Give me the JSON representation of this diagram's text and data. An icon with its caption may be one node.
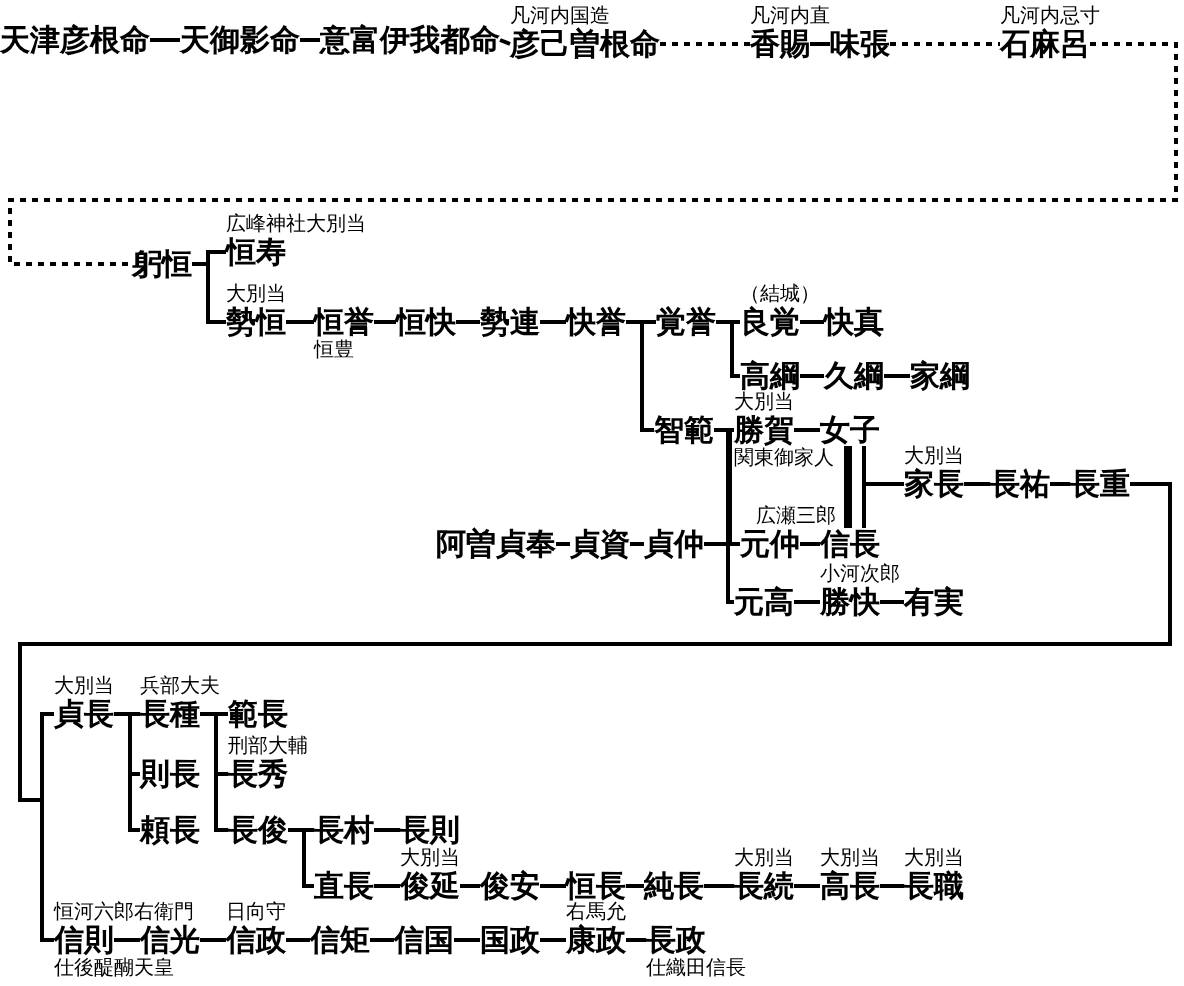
{
  "diagram": {
    "nodes": [
      {
        "text": [
          "天津彦根命"
        ]
      },
      {
        "text": [
          "天御影命"
        ]
      },
      {
        "text": [
          "意富伊我都命"
        ]
      },
      {
        "text": [
          "彦己曽根命"
        ],
        "beside": [
          "凡河内国造"
        ]
      },
      {
        "text": [
          "香賜"
        ],
        "beside": [
          "凡河内直"
        ]
      },
      {
        "text": [
          "味張"
        ]
      },
      {
        "text": [
          "石麻呂"
        ],
        "beside": [
          "凡河内忌寸"
        ]
      },
      {
        "text": [
          "躬恒"
        ]
      },
      {
        "text": [
          "恒寿"
        ],
        "beside": [
          "広峰神社大別当"
        ]
      },
      {
        "text": [
          "勢恒"
        ],
        "beside": [
          "大別当"
        ]
      },
      {
        "text": [
          "恒誉"
        ],
        "beside": [
          "恒豊"
        ]
      },
      {
        "text": [
          "恒快"
        ]
      },
      {
        "text": [
          "勢連"
        ]
      },
      {
        "text": [
          "快誉"
        ]
      },
      {
        "text": [
          "覚誉"
        ]
      },
      {
        "text": [
          "良覚"
        ],
        "beside": [
          "（結城）"
        ]
      },
      {
        "text": [
          "快真"
        ]
      },
      {
        "text": [
          "高綱"
        ]
      },
      {
        "text": [
          "久綱"
        ]
      },
      {
        "text": [
          "家綱"
        ]
      },
      {
        "text": [
          "智範"
        ]
      },
      {
        "text": [
          "勝賀"
        ],
        "beside": [
          "大別当",
          "関東御家人"
        ]
      },
      {
        "text": [
          "女子"
        ]
      },
      {
        "text": [
          "家長"
        ],
        "beside": [
          "大別当"
        ]
      },
      {
        "text": [
          "長祐"
        ]
      },
      {
        "text": [
          "長重"
        ]
      },
      {
        "text": [
          "阿曽貞奉"
        ]
      },
      {
        "text": [
          "貞資"
        ]
      },
      {
        "text": [
          "貞仲"
        ]
      },
      {
        "text": [
          "元仲"
        ]
      },
      {
        "text": [
          "信長"
        ],
        "beside": [
          "広瀬三郎"
        ]
      },
      {
        "text": [
          "元高"
        ]
      },
      {
        "text": [
          "勝快"
        ],
        "beside": [
          "小河次郎"
        ]
      },
      {
        "text": [
          "有実"
        ]
      },
      {
        "text": [
          "貞長"
        ],
        "beside": [
          "大別当"
        ]
      },
      {
        "text": [
          "長種"
        ],
        "beside": [
          "兵部大夫"
        ]
      },
      {
        "text": [
          "範長"
        ]
      },
      {
        "text": [
          "則長"
        ]
      },
      {
        "text": [
          "長秀"
        ],
        "beside": [
          "刑部大輔"
        ]
      },
      {
        "text": [
          "頼長"
        ]
      },
      {
        "text": [
          "長俊"
        ]
      },
      {
        "text": [
          "長村"
        ]
      },
      {
        "text": [
          "長則"
        ]
      },
      {
        "text": [
          "直長"
        ]
      },
      {
        "text": [
          "俊延"
        ],
        "beside": [
          "大別当"
        ]
      },
      {
        "text": [
          "俊安"
        ]
      },
      {
        "text": [
          "恒長"
        ]
      },
      {
        "text": [
          "純長"
        ]
      },
      {
        "text": [
          "長続"
        ],
        "beside": [
          "大別当"
        ]
      },
      {
        "text": [
          "高長"
        ],
        "beside": [
          "大別当"
        ]
      },
      {
        "text": [
          "長職"
        ],
        "beside": [
          "大別当"
        ]
      },
      {
        "text": [
          "信則"
        ],
        "beside": [
          "恒河六郎右衛門",
          "仕後醍醐天皇"
        ]
      },
      {
        "text": [
          "信光"
        ]
      },
      {
        "text": [
          "信政"
        ],
        "beside": [
          "日向守"
        ]
      },
      {
        "text": [
          "信矩"
        ]
      },
      {
        "text": [
          "信国"
        ]
      },
      {
        "text": [
          "国政"
        ]
      },
      {
        "text": [
          "康政"
        ],
        "beside": [
          "右馬允"
        ]
      },
      {
        "text": [
          "長政"
        ],
        "beside": [
          "仕織田信長"
        ]
      }
    ],
    "edges": [
      {
        "from": 0,
        "to": 1,
        "arrow": "none"
      },
      {
        "from": 1,
        "to": 2,
        "arrow": "none"
      },
      {
        "from": 2,
        "to": 3,
        "arrow": "none"
      },
      {
        "from": 3,
        "to": 4,
        "arrow": "none",
        "style": "dashed"
      },
      {
        "from": 4,
        "to": 5,
        "arrow": "none"
      },
      {
        "from": 5,
        "to": 6,
        "arrow": "none",
        "style": "dashed"
      },
      {
        "from": 6,
        "to": 7,
        "arrow": "none",
        "style": "dashed"
      },
      {
        "from": 7,
        "to": 8,
        "arrow": "none"
      },
      {
        "from": 7,
        "to": 9,
        "arrow": "none"
      },
      {
        "from": 9,
        "to": 10,
        "arrow": "none"
      },
      {
        "from": 10,
        "to": 11,
        "arrow": "none"
      },
      {
        "from": 11,
        "to": 12,
        "arrow": "none"
      },
      {
        "from": 12,
        "to": 13,
        "arrow": "none"
      },
      {
        "from": 13,
        "to": 14,
        "arrow": "none"
      },
      {
        "from": 13,
        "to": 20,
        "arrow": "none"
      },
      {
        "from": 14,
        "to": 15,
        "arrow": "none"
      },
      {
        "from": 15,
        "to": 16,
        "arrow": "none"
      },
      {
        "from": 14,
        "to": 17,
        "arrow": "none"
      },
      {
        "from": 17,
        "to": 18,
        "arrow": "none"
      },
      {
        "from": 18,
        "to": 19,
        "arrow": "none"
      },
      {
        "from": 20,
        "to": 21,
        "arrow": "none"
      },
      {
        "from": 20,
        "to": 29,
        "arrow": "none"
      },
      {
        "from": 20,
        "to": 31,
        "arrow": "none"
      },
      {
        "from": 21,
        "to": 22,
        "arrow": "none"
      },
      {
        "from": 22,
        "to": 30,
        "arrow": "none",
        "style": "thick"
      },
      {
        "from": 22,
        "to": 23,
        "arrow": "none"
      },
      {
        "from": 30,
        "to": 23,
        "arrow": "none"
      },
      {
        "from": 23,
        "to": 24,
        "arrow": "none"
      },
      {
        "from": 24,
        "to": 25,
        "arrow": "none"
      },
      {
        "from": 26,
        "to": 27,
        "arrow": "none"
      },
      {
        "from": 27,
        "to": 28,
        "arrow": "none"
      },
      {
        "from": 28,
        "to": 29,
        "arrow": "none"
      },
      {
        "from": 29,
        "to": 30,
        "arrow": "none"
      },
      {
        "from": 31,
        "to": 32,
        "arrow": "none"
      },
      {
        "from": 32,
        "to": 33,
        "arrow": "none"
      },
      {
        "from": 25,
        "to": 34,
        "arrow": "none"
      },
      {
        "from": 25,
        "to": 51,
        "arrow": "none"
      },
      {
        "from": 34,
        "to": 35,
        "arrow": "none"
      },
      {
        "from": 34,
        "to": 37,
        "arrow": "none"
      },
      {
        "from": 34,
        "to": 39,
        "arrow": "none"
      },
      {
        "from": 35,
        "to": 36,
        "arrow": "none"
      },
      {
        "from": 35,
        "to": 38,
        "arrow": "none"
      },
      {
        "from": 35,
        "to": 40,
        "arrow": "none"
      },
      {
        "from": 40,
        "to": 41,
        "arrow": "none"
      },
      {
        "from": 41,
        "to": 42,
        "arrow": "none"
      },
      {
        "from": 40,
        "to": 43,
        "arrow": "none"
      },
      {
        "from": 43,
        "to": 44,
        "arrow": "none"
      },
      {
        "from": 44,
        "to": 45,
        "arrow": "none"
      },
      {
        "from": 45,
        "to": 46,
        "arrow": "none"
      },
      {
        "from": 46,
        "to": 47,
        "arrow": "none"
      },
      {
        "from": 47,
        "to": 48,
        "arrow": "none"
      },
      {
        "from": 48,
        "to": 49,
        "arrow": "none"
      },
      {
        "from": 49,
        "to": 50,
        "arrow": "none"
      },
      {
        "from": 51,
        "to": 52,
        "arrow": "none"
      },
      {
        "from": 52,
        "to": 53,
        "arrow": "none"
      },
      {
        "from": 53,
        "to": 54,
        "arrow": "none"
      },
      {
        "from": 54,
        "to": 55,
        "arrow": "none"
      },
      {
        "from": 55,
        "to": 56,
        "arrow": "none"
      },
      {
        "from": 56,
        "to": 57,
        "arrow": "none"
      },
      {
        "from": 57,
        "to": 58,
        "arrow": "none"
      }
    ]
  }
}
